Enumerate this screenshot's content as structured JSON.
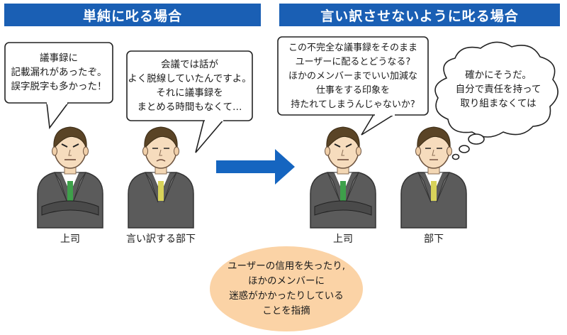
{
  "colors": {
    "banner": "#1a5fb4",
    "arrow": "#1565c0",
    "oval": "#fbd3a6",
    "suit": "#5a5a5a",
    "tie": "#3ea04a",
    "tie_subordinate": "#d8d35a"
  },
  "left": {
    "title": "単純に叱る場合",
    "boss_bubble": [
      "議事録に",
      "記載漏れがあったぞ。",
      "誤字脱字も多かった！"
    ],
    "sub_bubble": [
      "会議では話が",
      "よく脱線していたんですよ。",
      "それに議事録を",
      "まとめる時間もなくて…"
    ],
    "boss_label": "上司",
    "sub_label": "言い訳する部下"
  },
  "right": {
    "title": "言い訳させないように叱る場合",
    "boss_bubble": [
      "この不完全な議事録をそのまま",
      "ユーザーに配るとどうなる?",
      "ほかのメンバーまでいい加減な",
      "仕事をする印象を",
      "持たれてしまうんじゃないか?"
    ],
    "thought": [
      "確かにそうだ。",
      "自分で責任を持って",
      "取り組まなくては"
    ],
    "boss_label": "上司",
    "sub_label": "部下"
  },
  "note": [
    "ユーザーの信用を失ったり,",
    "ほかのメンバーに",
    "迷惑がかかったりしている",
    "ことを指摘"
  ],
  "icons": [
    "arrow-right-icon",
    "speech-bubble",
    "thought-bubble",
    "person-boss-icon",
    "person-subordinate-icon"
  ]
}
